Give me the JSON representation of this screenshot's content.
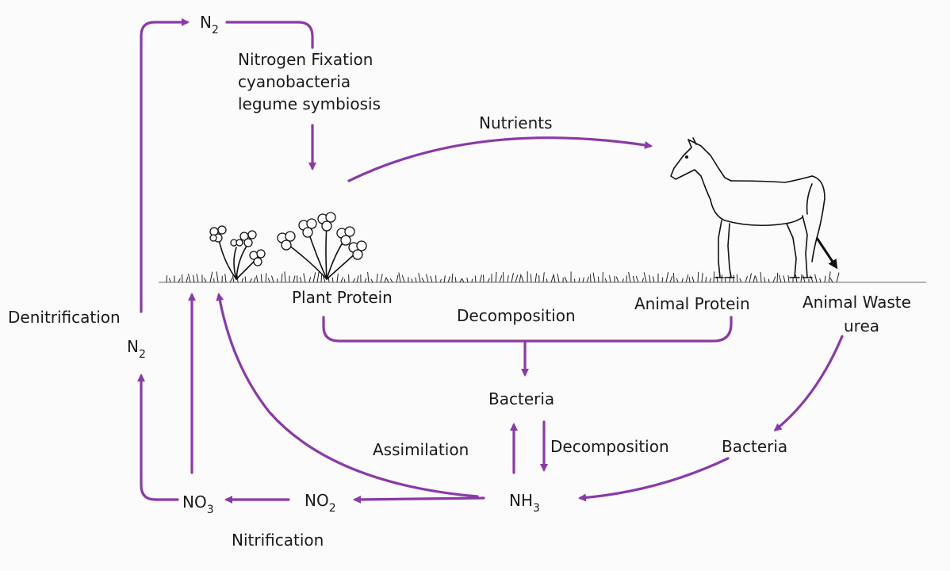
{
  "colors": {
    "arrow": "#8a3aa6",
    "ground": "#9a9a9a",
    "ink": "#111111",
    "background": "#fbfbfb"
  },
  "labels": {
    "n2_top": "N",
    "n2_top_sub": "2",
    "fixation_line1": "Nitrogen Fixation",
    "fixation_line2": "cyanobacteria",
    "fixation_line3": "legume symbiosis",
    "nutrients": "Nutrients",
    "plant_protein": "Plant Protein",
    "animal_protein": "Animal Protein",
    "animal_waste_line1": "Animal Waste",
    "animal_waste_line2": "urea",
    "decomposition_top": "Decomposition",
    "denitrification": "Denitrification",
    "n2_left": "N",
    "n2_left_sub": "2",
    "bacteria_center": "Bacteria",
    "assimilation": "Assimilation",
    "decomposition_bottom": "Decomposition",
    "bacteria_right": "Bacteria",
    "nh3": "NH",
    "nh3_sub": "3",
    "no2": "NO",
    "no2_sub": "2",
    "no3": "NO",
    "no3_sub": "3",
    "nitrification": "Nitrification"
  },
  "icons": {
    "horse": "horse-icon",
    "clover_small": "clover-plant-icon",
    "clover_large": "clover-plant-icon",
    "grass": "grass-ground-icon"
  }
}
